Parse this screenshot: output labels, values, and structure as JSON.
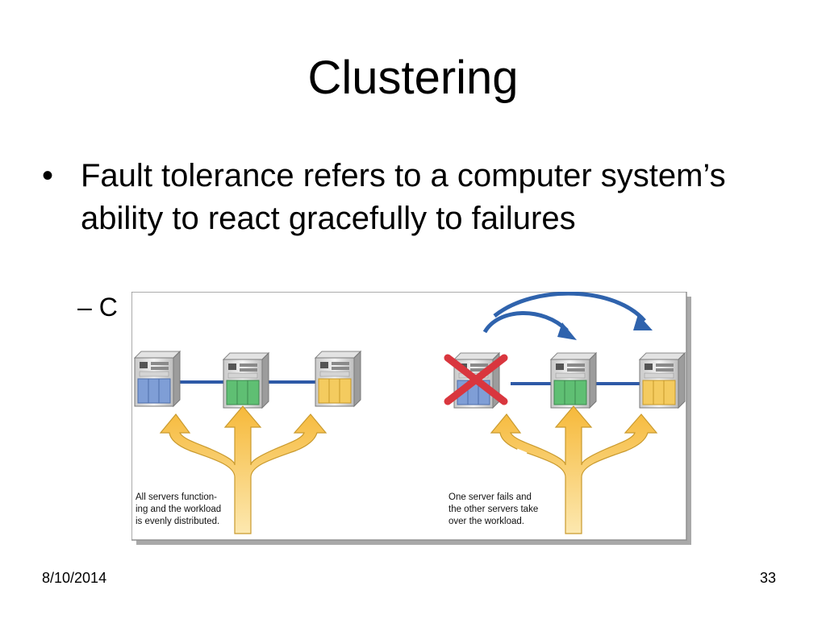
{
  "slide": {
    "title": "Clustering",
    "bullet_mark": "•",
    "bullet": "Fault tolerance refers to a computer system’s ability to react gracefully to failures",
    "sub_bullet": "– C",
    "footer_date": "8/10/2014",
    "page_number": "33"
  },
  "diagram": {
    "caption_left": "All servers function-\ning and the workload\nis evenly distributed.",
    "caption_right": "One server fails and\nthe other servers take\nover the workload.",
    "colors": {
      "server_blue": "#7f9ed6",
      "server_green": "#5fbf73",
      "server_yellow": "#f4cb5f",
      "link_line": "#2e5aa7",
      "arrow_fill": "#f7c85a",
      "failover_arrow": "#2f63ad",
      "fail_mark": "#d9363e"
    }
  }
}
